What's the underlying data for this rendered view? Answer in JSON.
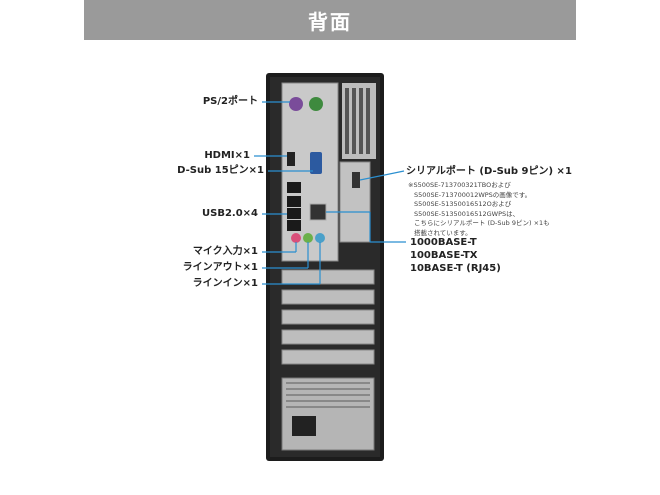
{
  "header": {
    "title": "背面"
  },
  "labels": {
    "ps2": "PS/2ポート",
    "hdmi": "HDMI×1",
    "dsub15": "D-Sub 15ピン×1",
    "usb": "USB2.0×4",
    "mic": "マイク入力×1",
    "lineout": "ラインアウト×1",
    "linein": "ラインイン×1",
    "serial": "シリアルポート (D-Sub 9ピン) ×1"
  },
  "note": {
    "lines": [
      "※S500SE-713700321TBOおよび",
      "S500SE-713700012WPSの画像です。",
      "S500SE-51350016512Oおよび",
      "S500SE-51350016512GWPSは、",
      "こちらにシリアルポート (D-Sub 9ピン) ×1も",
      "搭載されています。"
    ]
  },
  "lan": {
    "lines": [
      "1000BASE-T",
      "100BASE-TX",
      "10BASE-T (RJ45)"
    ]
  },
  "colors": {
    "header_bg": "#9a9a9a",
    "callout": "#2a8fd0",
    "chassis": "#1c1c1c",
    "panel": "#c8c8c8"
  }
}
